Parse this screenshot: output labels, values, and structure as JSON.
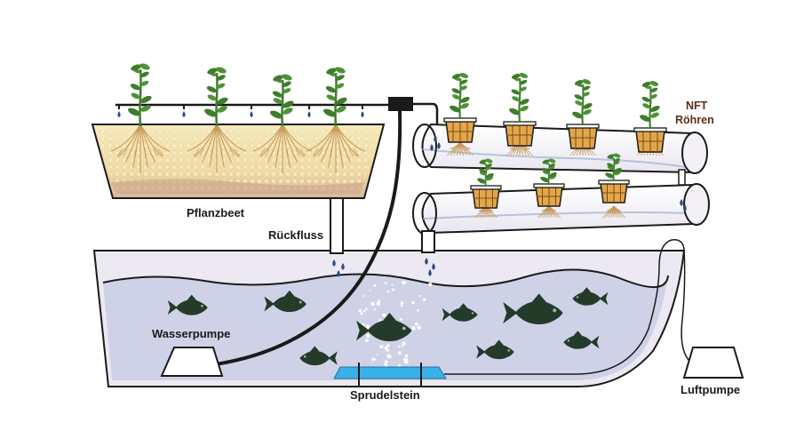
{
  "labels": {
    "pflanzbeet": "Pflanzbeet",
    "rueckfluss": "Rückfluss",
    "nft_line1": "NFT",
    "nft_line2": "Röhren",
    "wasserpumpe": "Wasserpumpe",
    "sprudelstein": "Sprudelstein",
    "luftpumpe": "Luftpumpe"
  },
  "colors": {
    "outline": "#1a1a1a",
    "water": "#cdd1e6",
    "tank": "#ebe8f1",
    "grow_bed_top": "#f4e7b4",
    "grow_bed_bottom": "#d9bfa4",
    "net_pot": "#e3a74a",
    "plant_green": "#3f7d2c",
    "fish": "#243b2a",
    "air_stone": "#3ab0e8",
    "drip": "#2b4a80",
    "nft_label": "#5a2d12"
  }
}
